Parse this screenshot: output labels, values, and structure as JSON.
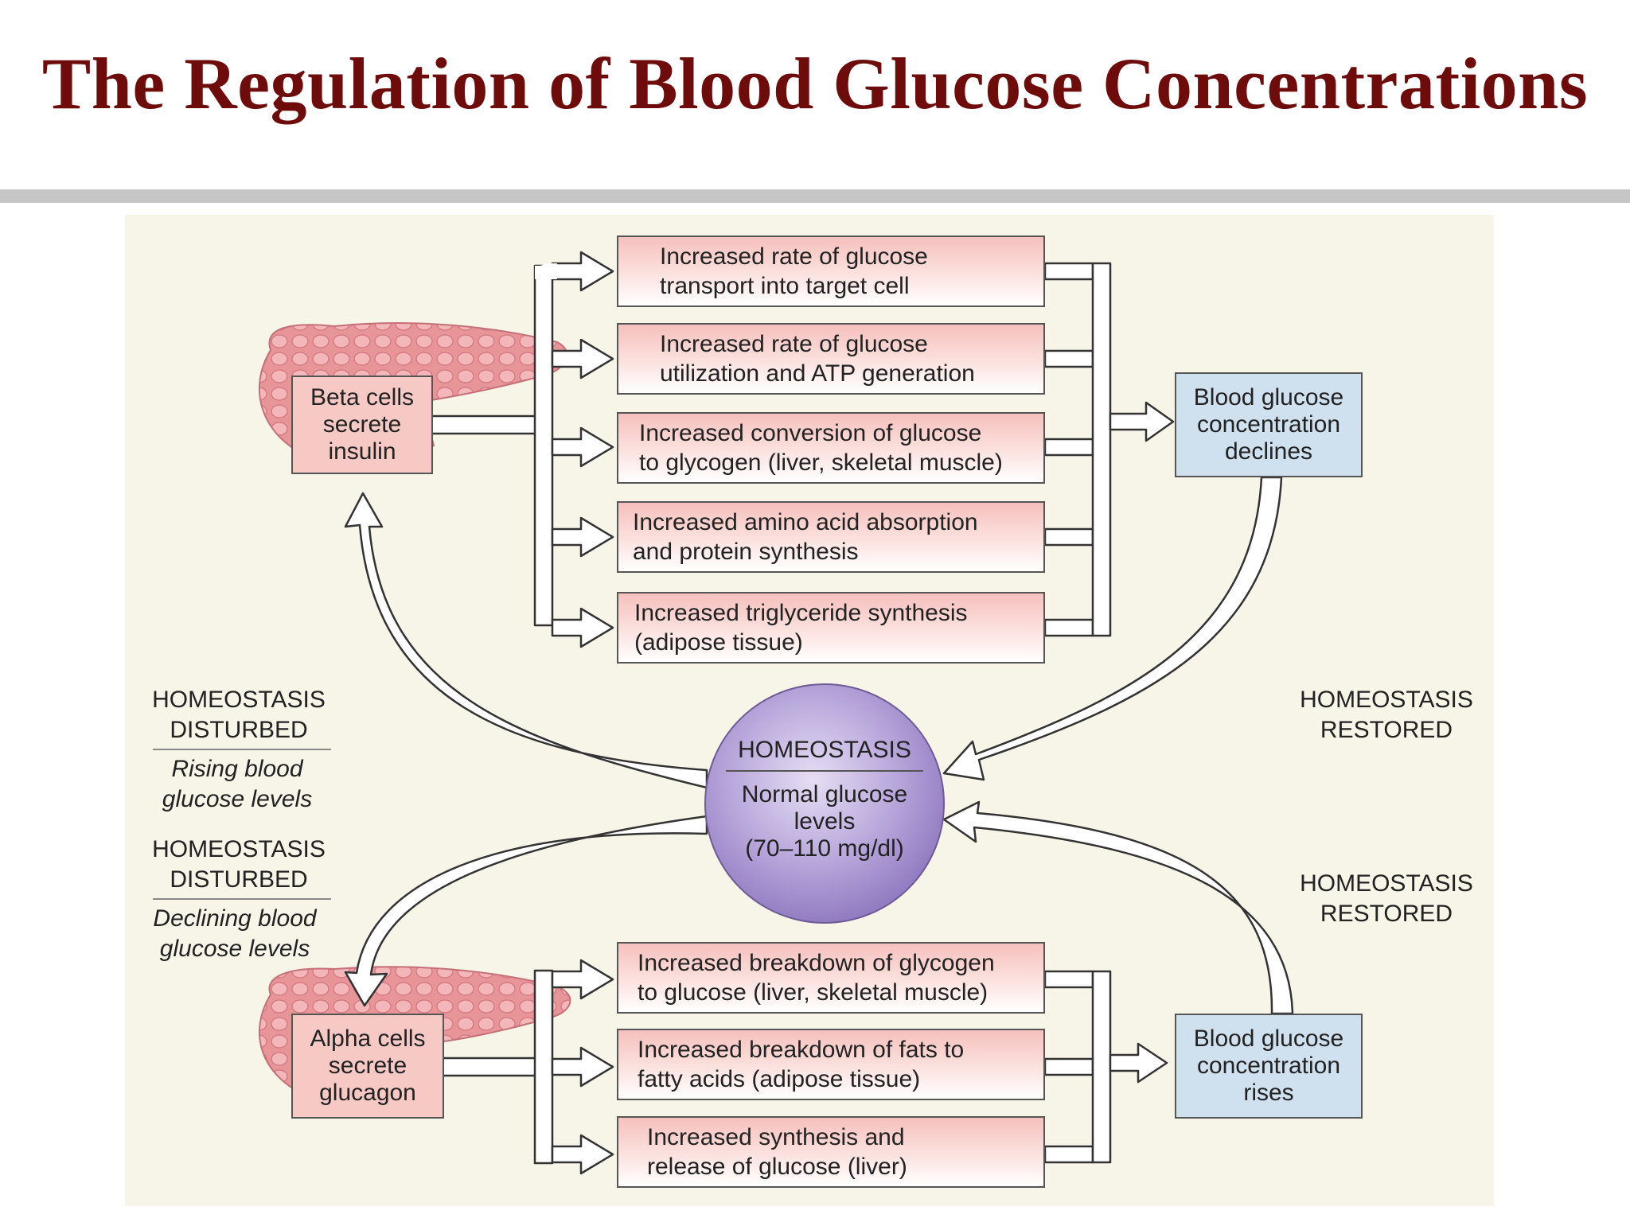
{
  "title": "The Regulation of Blood Glucose Concentrations",
  "insulin_effects": [
    "Increased rate of glucose\ntransport into target cell",
    "Increased rate of glucose\nutilization and ATP generation",
    "Increased conversion of glucose\nto glycogen (liver, skeletal muscle)",
    "Increased amino acid absorption\nand protein synthesis",
    "Increased triglyceride synthesis\n(adipose tissue)"
  ],
  "glucagon_effects": [
    "Increased breakdown of glycogen\nto glucose (liver, skeletal muscle)",
    "Increased breakdown of fats to\nfatty acids (adipose tissue)",
    "Increased synthesis and\nrelease of glucose (liver)"
  ],
  "beta_cells": "Beta cells\nsecrete\ninsulin",
  "alpha_cells": "Alpha cells\nsecrete\nglucagon",
  "blood_declines": "Blood glucose\nconcentration\ndeclines",
  "blood_rises": "Blood glucose\nconcentration\nrises",
  "homeostasis": {
    "heading": "HOMEOSTASIS",
    "body": "Normal glucose\nlevels\n(70–110 mg/dl)"
  },
  "left_labels": {
    "disturbed_top": "HOMEOSTASIS\nDISTURBED",
    "rising": "Rising blood\nglucose levels",
    "disturbed_bottom": "HOMEOSTASIS\nDISTURBED",
    "declining": "Declining blood\nglucose levels"
  },
  "right_labels": {
    "restored_top": "HOMEOSTASIS\nRESTORED",
    "restored_bottom": "HOMEOSTASIS\nRESTORED"
  },
  "colors": {
    "title": "#6e0b0b",
    "effect_box": "#f6c0bd",
    "blood_box": "#cfe1ee",
    "pancreas": "#e9969a",
    "circle": "#b3a0d8"
  }
}
